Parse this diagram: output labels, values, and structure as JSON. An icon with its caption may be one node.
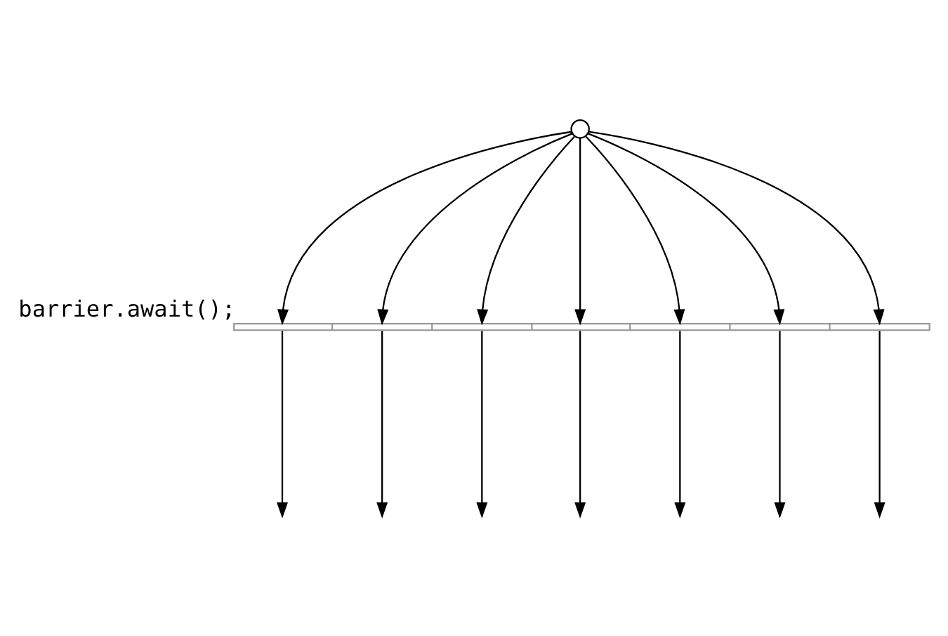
{
  "diagram": {
    "nodes": [
      {
        "text": [],
        "shape": "circle"
      },
      {
        "text": [],
        "shape": "bar",
        "beside": [
          "barrier.await();"
        ]
      }
    ],
    "edges": [
      {
        "from": 0,
        "to": 1,
        "arrow": "to"
      },
      {
        "from": 0,
        "to": 1,
        "arrow": "to"
      },
      {
        "from": 0,
        "to": 1,
        "arrow": "to"
      },
      {
        "from": 0,
        "to": 1,
        "arrow": "to"
      },
      {
        "from": 0,
        "to": 1,
        "arrow": "to"
      },
      {
        "from": 0,
        "to": 1,
        "arrow": "to"
      },
      {
        "from": 0,
        "to": 1,
        "arrow": "to"
      },
      {
        "from": 1,
        "to": null,
        "arrow": "to"
      },
      {
        "from": 1,
        "to": null,
        "arrow": "to"
      },
      {
        "from": 1,
        "to": null,
        "arrow": "to"
      },
      {
        "from": 1,
        "to": null,
        "arrow": "to"
      },
      {
        "from": 1,
        "to": null,
        "arrow": "to"
      },
      {
        "from": 1,
        "to": null,
        "arrow": "to"
      },
      {
        "from": 1,
        "to": null,
        "arrow": "to"
      }
    ]
  }
}
